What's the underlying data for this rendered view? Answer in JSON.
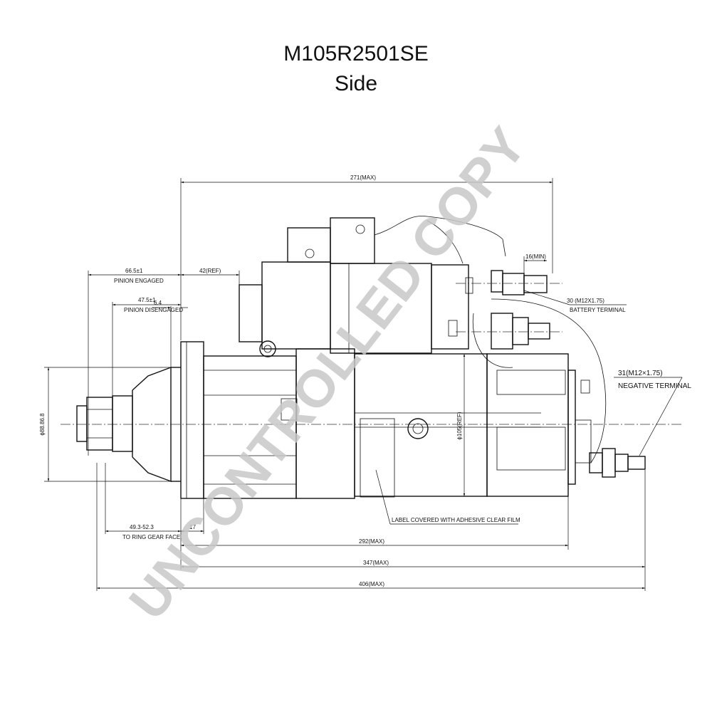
{
  "header": {
    "title": "M105R2501SE",
    "subtitle": "Side"
  },
  "watermark": "UNCONTROLLED COPY",
  "dimensions": {
    "overall_271": "271(MAX)",
    "engaged": "66.5±1",
    "engaged_label": "PINION ENGAGED",
    "ref42": "42(REF)",
    "disengaged": "47.5±1",
    "disengaged_label": "PINION DISENGAGED",
    "d64": "6.4",
    "min16": "16(MIN)",
    "battery": "30 (M12X1.75)",
    "battery_label": "BATTERY TERMINAL",
    "negative": "31(M12×1.75)",
    "negative_label": "NEGATIVE TERMINAL",
    "dia88": "ϕ88.86.8",
    "dia105": "ϕ105(REF)",
    "ring": "49.3-52.3",
    "ring_label": "TO RING GEAR FACE",
    "d17": "17",
    "label_note": "LABEL COVERED WITH ADHESIVE CLEAR FILM",
    "d292": "292(MAX)",
    "d347": "347(MAX)",
    "d406": "406(MAX)"
  },
  "colors": {
    "line": "#111111",
    "watermark": "#c8c8c8",
    "background": "#ffffff"
  }
}
